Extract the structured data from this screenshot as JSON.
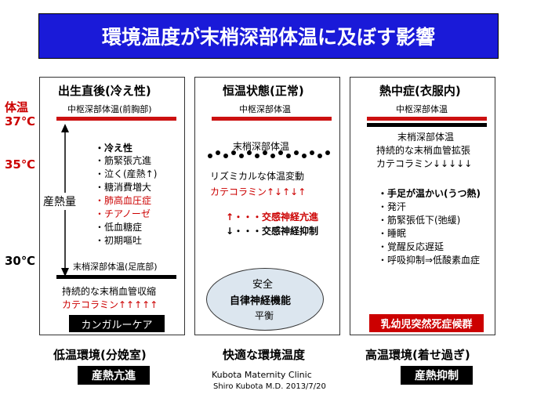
{
  "title": "環境温度が末梢深部体温に及ぼす影響",
  "axis": {
    "label": "体温",
    "t37": "37℃",
    "t35": "35℃",
    "t30": "30℃"
  },
  "panel1": {
    "heading": "出生直後(冷え性)",
    "core_label": "中枢深部体温(前胸部)",
    "heat_label": "産熱量",
    "list": [
      "・冷え性",
      "・筋緊張亢進",
      "・泣く(産熱↑)",
      "・糖消費増大",
      "・肺高血圧症",
      "・チアノーゼ",
      "・低血糖症",
      "・初期嘔吐"
    ],
    "peripheral_label": "末梢深部体温(足底部)",
    "note1": "持続的な末梢血管収縮",
    "note2": "カテコラミン↑↑↑↑↑",
    "box": "カンガルーケア"
  },
  "panel2": {
    "heading": "恒温状態(正常)",
    "core_label": "中枢深部体温",
    "peripheral_label": "末梢深部体温",
    "rhythm": "リズミカルな体温変動",
    "cate": "カテコラミン↑↓↑↓↑",
    "legend_up": "↑・・・交感神経亢進",
    "legend_down": "↓・・・交感神経抑制",
    "ellipse": [
      "安全",
      "自律神経機能",
      "平衡"
    ]
  },
  "panel3": {
    "heading": "熱中症(衣服内)",
    "core_label": "中枢深部体温",
    "peripheral_label": "末梢深部体温",
    "note1": "持続的な末梢血管拡張",
    "note2": "カテコラミン↓↓↓↓↓",
    "list": [
      "・手足が温かい(うつ熱)",
      "・発汗",
      "・筋緊張低下(弛緩)",
      "・睡眠",
      "・覚醒反応遅延",
      "・呼吸抑制⇒低酸素血症"
    ],
    "box": "乳幼児突然死症候群"
  },
  "bottom": {
    "env1": "低温環境(分娩室)",
    "env2": "快適な環境温度",
    "env3": "高温環境(着せ過ぎ)",
    "tag1": "産熱亢進",
    "tag3": "産熱抑制",
    "credit1": "Kubota   Maternity   Clinic",
    "credit2": "Shiro Kubota M.D.  2013/7/20"
  },
  "colors": {
    "title_bg": "#1a1ad8",
    "accent_red": "#cc0000",
    "ellipse_bg": "#dce6ef"
  }
}
